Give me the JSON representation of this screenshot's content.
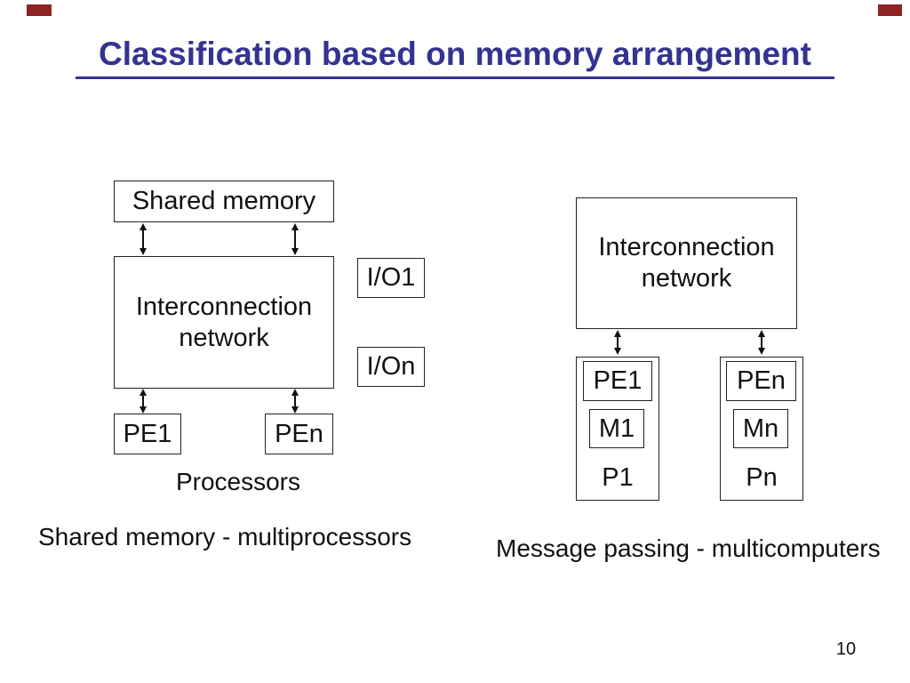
{
  "slide": {
    "title": "Classification based on memory arrangement",
    "page_number": "10",
    "colors": {
      "title": "#333391",
      "corner_bar": "#8e2323",
      "border": "#222222",
      "text": "#111111"
    }
  },
  "left_diagram": {
    "shared_memory_label": "Shared memory",
    "interconnect": {
      "line1": "Interconnection",
      "line2": "network"
    },
    "io1_label": "I/O1",
    "ion_label": "I/On",
    "pe1_label": "PE1",
    "pen_label": "PEn",
    "processors_label": "Processors",
    "caption": "Shared memory - multiprocessors"
  },
  "right_diagram": {
    "interconnect": {
      "line1": "Interconnection",
      "line2": "network"
    },
    "node1": {
      "pe": "PE1",
      "m": "M1",
      "p": "P1"
    },
    "node2": {
      "pe": "PEn",
      "m": "Mn",
      "p": "Pn"
    },
    "caption": "Message passing - multicomputers"
  }
}
